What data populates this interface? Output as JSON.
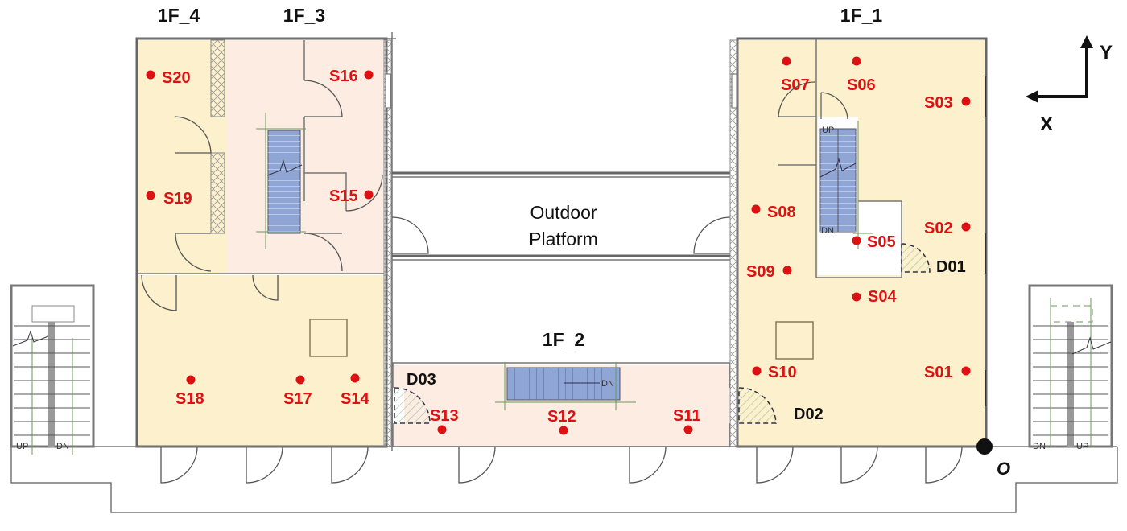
{
  "zones": [
    {
      "id": "1F_4",
      "label": "1F_4",
      "color": "#fdf0cc"
    },
    {
      "id": "1F_3",
      "label": "1F_3",
      "color": "#fcece2"
    },
    {
      "id": "1F_2",
      "label": "1F_2",
      "color": "#fcece2"
    },
    {
      "id": "1F_1",
      "label": "1F_1",
      "color": "#fdf0cc"
    }
  ],
  "platform": {
    "line1": "Outdoor",
    "line2": "Platform"
  },
  "sensors": [
    {
      "id": "S01",
      "label": "S01"
    },
    {
      "id": "S02",
      "label": "S02"
    },
    {
      "id": "S03",
      "label": "S03"
    },
    {
      "id": "S04",
      "label": "S04"
    },
    {
      "id": "S05",
      "label": "S05"
    },
    {
      "id": "S06",
      "label": "S06"
    },
    {
      "id": "S07",
      "label": "S07"
    },
    {
      "id": "S08",
      "label": "S08"
    },
    {
      "id": "S09",
      "label": "S09"
    },
    {
      "id": "S10",
      "label": "S10"
    },
    {
      "id": "S11",
      "label": "S11"
    },
    {
      "id": "S12",
      "label": "S12"
    },
    {
      "id": "S13",
      "label": "S13"
    },
    {
      "id": "S14",
      "label": "S14"
    },
    {
      "id": "S15",
      "label": "S15"
    },
    {
      "id": "S16",
      "label": "S16"
    },
    {
      "id": "S17",
      "label": "S17"
    },
    {
      "id": "S18",
      "label": "S18"
    },
    {
      "id": "S19",
      "label": "S19"
    },
    {
      "id": "S20",
      "label": "S20"
    }
  ],
  "doors": [
    {
      "id": "D01",
      "label": "D01"
    },
    {
      "id": "D02",
      "label": "D02"
    },
    {
      "id": "D03",
      "label": "D03"
    }
  ],
  "axes": {
    "x_label": "X",
    "y_label": "Y",
    "origin_label": "O"
  },
  "stairs": {
    "up": "UP",
    "dn": "DN"
  },
  "colors": {
    "sensor": "#dd1111",
    "stair_fill": "#8fa5d6",
    "wall": "#666666"
  }
}
